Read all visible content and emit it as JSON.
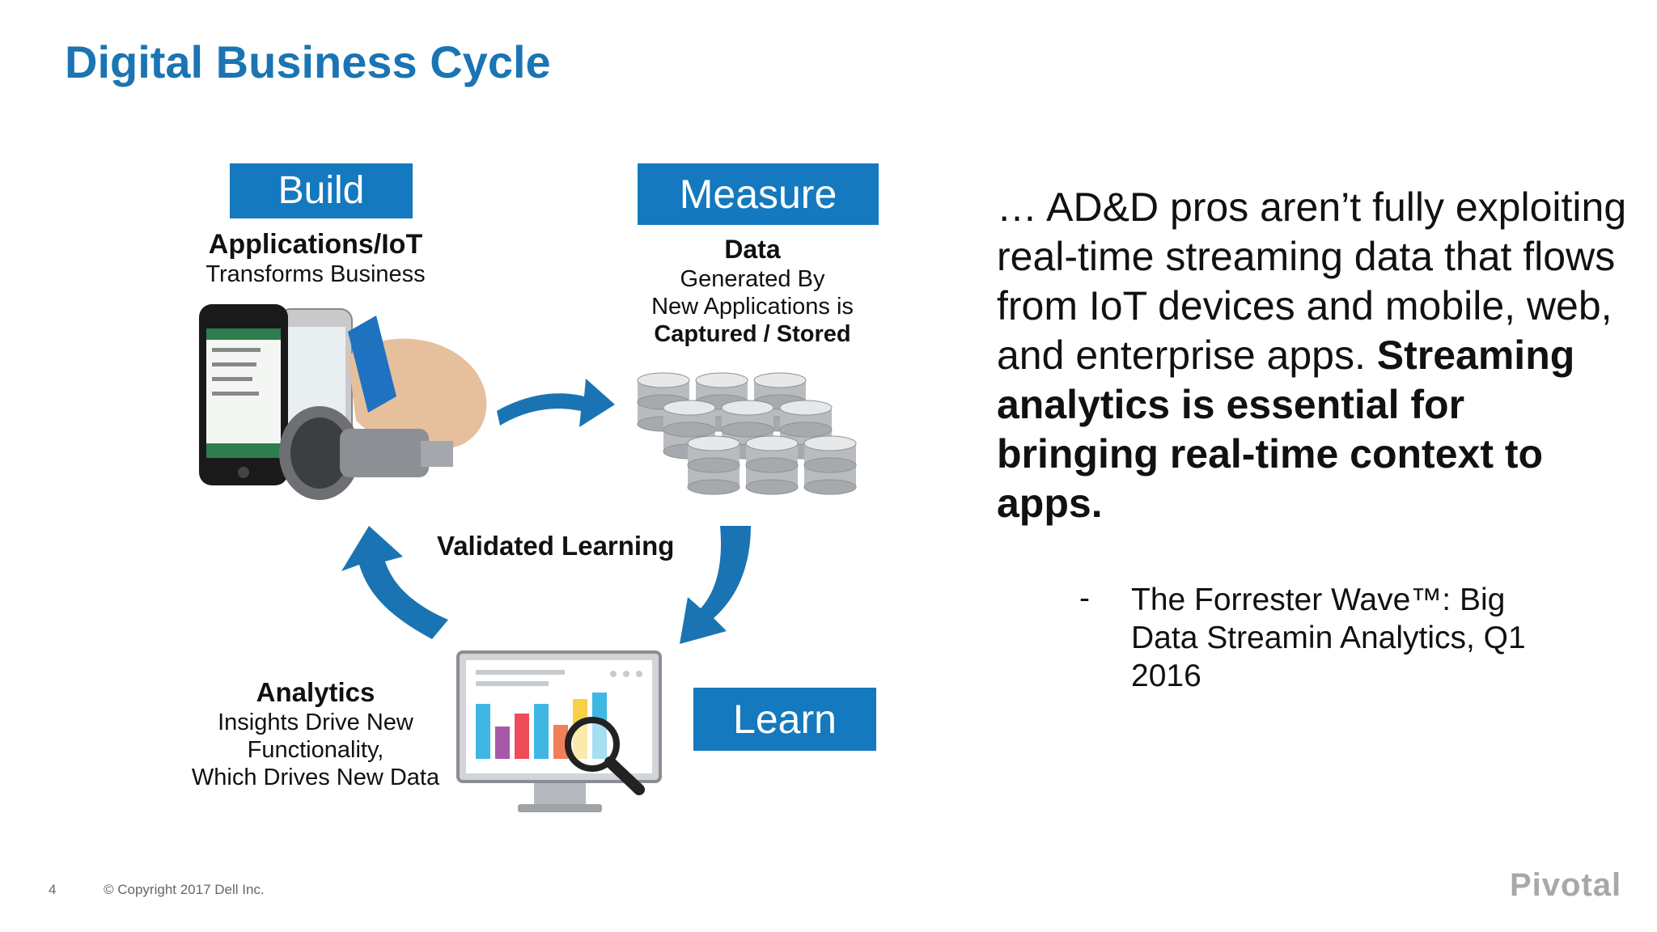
{
  "slide": {
    "title": "Digital Business Cycle",
    "page_number": "4",
    "copyright": "© Copyright 2017 Dell Inc.",
    "logo_text": "Pivotal"
  },
  "cycle": {
    "build": {
      "label": "Build",
      "heading": "Applications/IoT",
      "line1": "Transforms Business"
    },
    "measure": {
      "label": "Measure",
      "heading": "Data",
      "line1": "Generated By",
      "line2": "New Applications is",
      "line3": "Captured / Stored"
    },
    "learn": {
      "label": "Learn"
    },
    "analytics": {
      "heading": "Analytics",
      "line1": "Insights Drive New",
      "line2": "Functionality,",
      "line3": "Which Drives New Data"
    },
    "center_label": "Validated Learning"
  },
  "quote": {
    "normal_text": "… AD&D pros aren’t fully exploiting real-time streaming data that flows from IoT devices and mobile, web, and enterprise apps. ",
    "bold_text": "Streaming analytics is essential for bringing real-time context to apps.",
    "dash": "-",
    "source": "The Forrester Wave™: Big Data Streamin Analytics, Q1 2016"
  },
  "colors": {
    "accent_blue": "#1479be",
    "title_blue": "#1b74b3"
  }
}
